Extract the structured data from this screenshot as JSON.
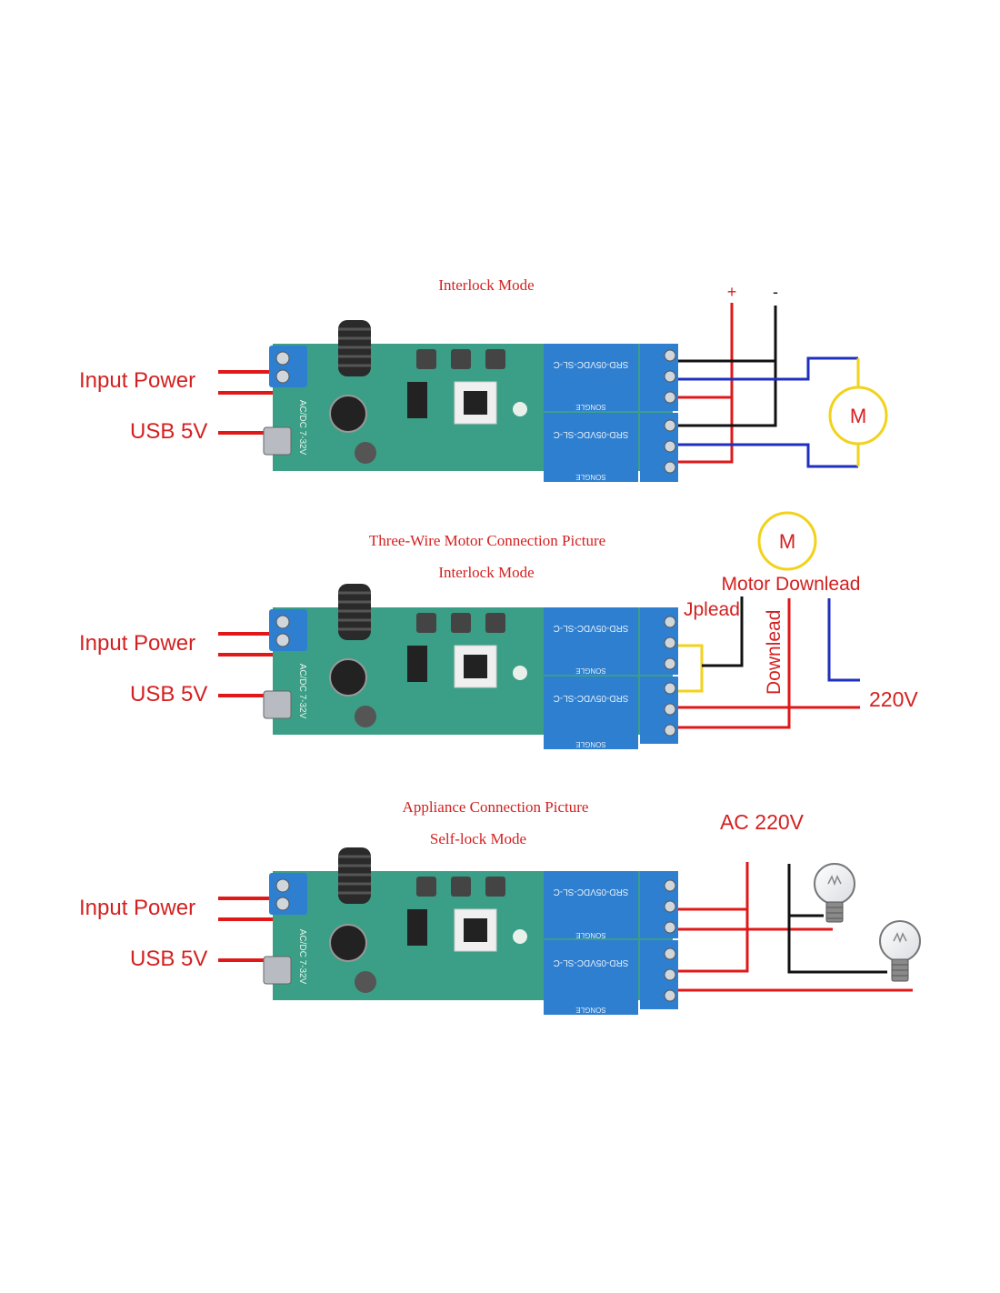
{
  "colors": {
    "label_red": "#d42020",
    "wire_red": "#e01818",
    "wire_black": "#111111",
    "wire_blue": "#1f2fbf",
    "wire_yellow": "#f2d21a",
    "pcb_green": "#3a9f86",
    "relay_blue": "#2f7fd0"
  },
  "panels": [
    {
      "title": "Interlock Mode",
      "input_power_label": "Input Power",
      "usb_label": "USB 5V",
      "plus_label": "+",
      "minus_label": "-",
      "motor_label": "M",
      "pcb_text": "AC/DC 7-32V"
    },
    {
      "title_top": "Three-Wire Motor Connection Picture",
      "title": "Interlock Mode",
      "input_power_label": "Input Power",
      "usb_label": "USB 5V",
      "motor_label": "M",
      "motor_downlead_label": "Motor Downlead",
      "uplead_label": "Jplead",
      "downlead_label": "Downlead",
      "voltage_label": "220V",
      "pcb_text": "AC/DC 7-32V"
    },
    {
      "title_top": "Appliance Connection Picture",
      "title": "Self-lock Mode",
      "input_power_label": "Input Power",
      "usb_label": "USB 5V",
      "voltage_label": "AC 220V",
      "pcb_text": "AC/DC 7-32V"
    }
  ],
  "relay_text": {
    "model": "SRD-05VDC-SL-C",
    "brand": "SONGLE"
  }
}
